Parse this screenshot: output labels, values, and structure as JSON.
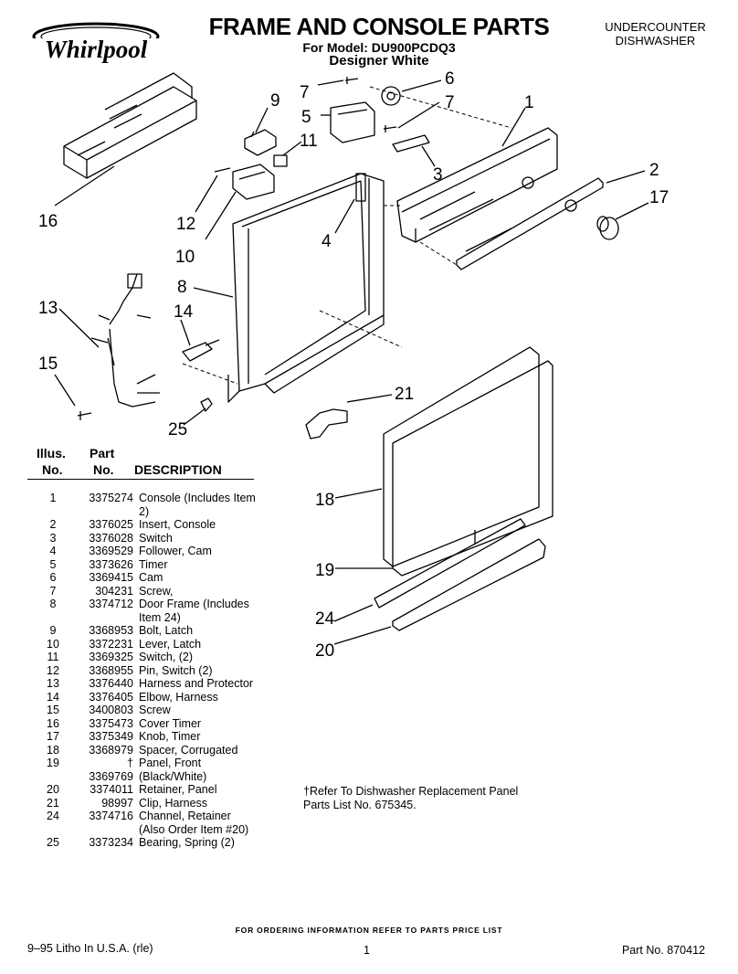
{
  "header": {
    "brand": "Whirlpool",
    "title": "FRAME AND CONSOLE PARTS",
    "model": "For Model: DU900PCDQ3",
    "color": "Designer White",
    "category": "UNDERCOUNTER DISHWASHER"
  },
  "diagram": {
    "callouts": [
      "1",
      "2",
      "3",
      "4",
      "5",
      "6",
      "7",
      "7",
      "8",
      "9",
      "10",
      "11",
      "12",
      "13",
      "14",
      "15",
      "16",
      "17",
      "18",
      "19",
      "20",
      "21",
      "24",
      "25"
    ]
  },
  "parts_table": {
    "col_illus_1": "Illus.",
    "col_illus_2": "No.",
    "col_part_1": "Part",
    "col_part_2": "No.",
    "col_desc": "DESCRIPTION",
    "rows": [
      {
        "no": "1",
        "part": "3375274",
        "desc": "Console (Includes Item 2)"
      },
      {
        "no": "2",
        "part": "3376025",
        "desc": "Insert, Console"
      },
      {
        "no": "3",
        "part": "3376028",
        "desc": "Switch"
      },
      {
        "no": "4",
        "part": "3369529",
        "desc": "Follower, Cam"
      },
      {
        "no": "5",
        "part": "3373626",
        "desc": "Timer"
      },
      {
        "no": "6",
        "part": "3369415",
        "desc": "Cam"
      },
      {
        "no": "7",
        "part": "304231",
        "desc": "Screw,"
      },
      {
        "no": "8",
        "part": "3374712",
        "desc": "Door Frame (Includes Item 24)"
      },
      {
        "no": "9",
        "part": "3368953",
        "desc": "Bolt, Latch"
      },
      {
        "no": "10",
        "part": "3372231",
        "desc": "Lever, Latch"
      },
      {
        "no": "11",
        "part": "3369325",
        "desc": "Switch, (2)"
      },
      {
        "no": "12",
        "part": "3368955",
        "desc": "Pin, Switch (2)"
      },
      {
        "no": "13",
        "part": "3376440",
        "desc": "Harness and Protector"
      },
      {
        "no": "14",
        "part": "3376405",
        "desc": "Elbow, Harness"
      },
      {
        "no": "15",
        "part": "3400803",
        "desc": "Screw"
      },
      {
        "no": "16",
        "part": "3375473",
        "desc": "Cover Timer"
      },
      {
        "no": "17",
        "part": "3375349",
        "desc": "Knob, Timer"
      },
      {
        "no": "18",
        "part": "3368979",
        "desc": "Spacer, Corrugated"
      },
      {
        "no": "19",
        "part": "†",
        "desc": "Panel, Front"
      },
      {
        "no": "",
        "part": "3369769",
        "desc": "(Black/White)"
      },
      {
        "no": "20",
        "part": "3374011",
        "desc": "Retainer, Panel"
      },
      {
        "no": "21",
        "part": "98997",
        "desc": "Clip, Harness"
      },
      {
        "no": "24",
        "part": "3374716",
        "desc": "Channel, Retainer (Also Order Item #20)"
      },
      {
        "no": "25",
        "part": "3373234",
        "desc": "Bearing, Spring (2)"
      }
    ]
  },
  "footnote": "†Refer To Dishwasher Replacement Panel Parts List No. 675345.",
  "footer": {
    "order_info": "FOR ORDERING INFORMATION REFER TO PARTS PRICE LIST",
    "print_info": "9–95 Litho In U.S.A. (rle)",
    "page_number": "1",
    "part_number": "Part No. 870412"
  }
}
